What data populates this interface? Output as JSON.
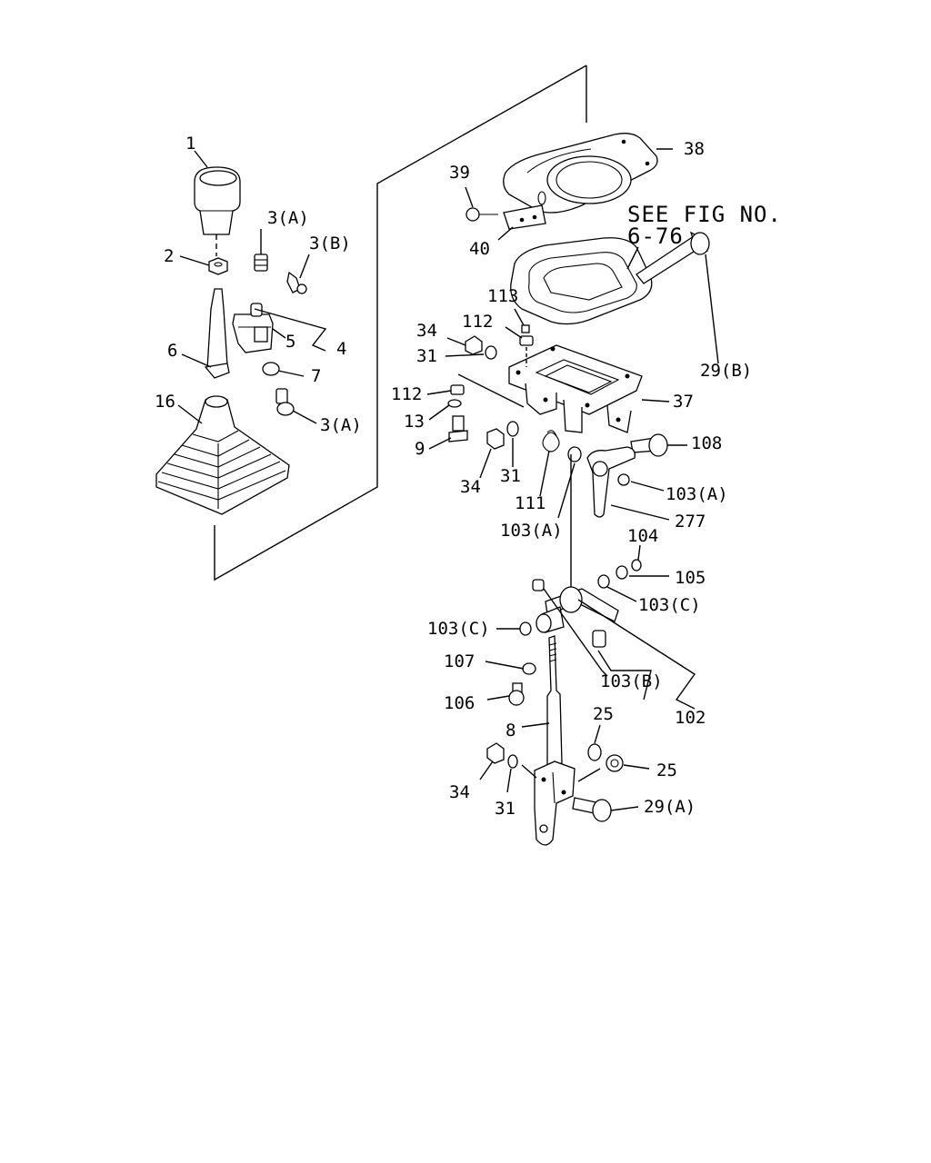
{
  "labels": {
    "l1": "1",
    "l2": "2",
    "l3a_top": "3(A)",
    "l3b": "3(B)",
    "l4": "4",
    "l5": "5",
    "l6": "6",
    "l7": "7",
    "l3a_bot": "3(A)",
    "l16": "16",
    "l38": "38",
    "l39": "39",
    "l40": "40",
    "see_fig_1": "SEE FIG NO.",
    "see_fig_2": "6-76",
    "l113": "113",
    "l112_top": "112",
    "l34_top": "34",
    "l31_top": "31",
    "l29b": "29(B)",
    "l112_left": "112",
    "l13": "13",
    "l9": "9",
    "l37": "37",
    "l108": "108",
    "l34_mid": "34",
    "l31_mid": "31",
    "l111": "111",
    "l103a_right": "103(A)",
    "l103a_left": "103(A)",
    "l277": "277",
    "l104": "104",
    "l105": "105",
    "l103c_right": "103(C)",
    "l103c_left": "103(C)",
    "l107": "107",
    "l103b": "103(B)",
    "l106": "106",
    "l102": "102",
    "l25_top": "25",
    "l8": "8",
    "l25_right": "25",
    "l34_bot": "34",
    "l31_bot": "31",
    "l29a": "29(A)"
  }
}
